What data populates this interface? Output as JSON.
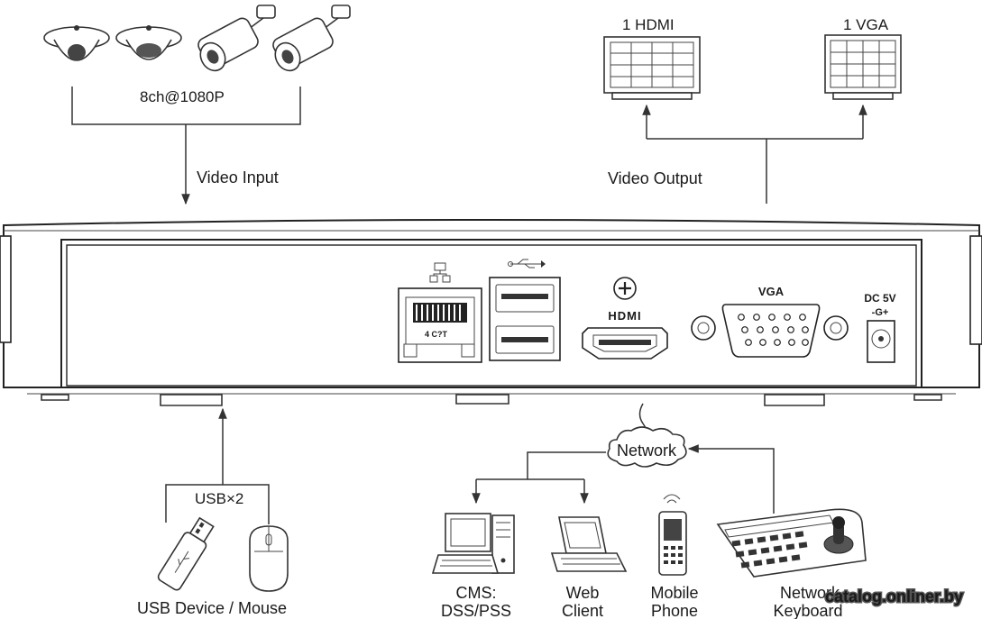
{
  "video_input": {
    "channels": "8ch@1080P",
    "label": "Video Input"
  },
  "video_output": {
    "hdmi": "1 HDMI",
    "vga": "1 VGA",
    "label": "Video Output"
  },
  "ports": {
    "lan": "4 C?T",
    "hdmi": "HDMI",
    "vga": "VGA",
    "dc": "DC 5V",
    "dc_symbol": "-G+"
  },
  "usb": {
    "label": "USB×2",
    "device": "USB Device / Mouse"
  },
  "network": {
    "cloud": "Network",
    "cms_line1": "CMS:",
    "cms_line2": "DSS/PSS",
    "web_line1": "Web",
    "web_line2": "Client",
    "mobile_line1": "Mobile",
    "mobile_line2": "Phone",
    "keyboard_line1": "Network",
    "keyboard_line2": "Keyboard"
  },
  "watermark": "catalog.onliner.by"
}
